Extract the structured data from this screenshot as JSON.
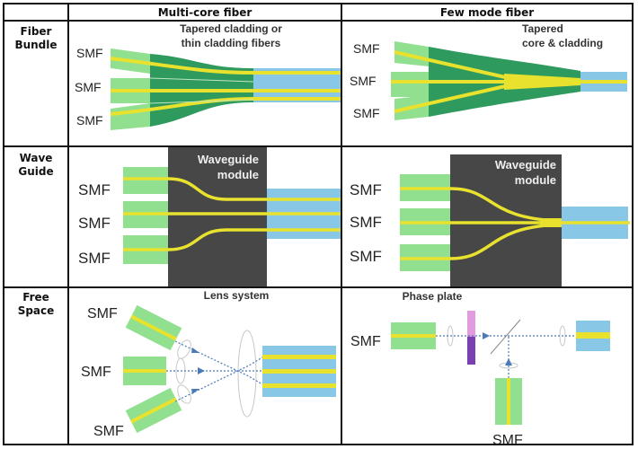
{
  "columns": [
    "Multi-core fiber",
    "Few mode fiber"
  ],
  "rows": [
    {
      "label": "Fiber Bundle",
      "line1": "Fiber",
      "line2": "Bundle"
    },
    {
      "label": "Wave Guide",
      "line1": "Wave",
      "line2": "Guide"
    },
    {
      "label": "Free Space",
      "line1": "Free",
      "line2": "Space"
    }
  ],
  "cells": {
    "fb_mcf": {
      "caption1": "Tapered cladding or",
      "caption2": "thin cladding fibers",
      "inputs": [
        "SMF",
        "SMF",
        "SMF"
      ]
    },
    "fb_fmf": {
      "caption1": "Tapered",
      "caption2": "core & cladding",
      "inputs": [
        "SMF",
        "SMF",
        "SMF"
      ]
    },
    "wg_mcf": {
      "caption1": "Waveguide",
      "caption2": "module",
      "inputs": [
        "SMF",
        "SMF",
        "SMF"
      ]
    },
    "wg_fmf": {
      "caption1": "Waveguide",
      "caption2": "module",
      "inputs": [
        "SMF",
        "SMF",
        "SMF"
      ]
    },
    "fs_mcf": {
      "caption": "Lens system",
      "inputs": [
        "SMF",
        "SMF",
        "SMF"
      ]
    },
    "fs_fmf": {
      "caption": "Phase plate",
      "inputs": [
        "SMF",
        "SMF"
      ]
    }
  },
  "colors": {
    "smf_cladding": "#90e090",
    "taper": "#2e9a5e",
    "core": "#e8e22e",
    "output_fiber": "#88c8e6",
    "module": "#474747",
    "beam": "#4a7ab8",
    "phase_plate_top": "#e39be0",
    "phase_plate_bottom": "#7a3fb0"
  }
}
